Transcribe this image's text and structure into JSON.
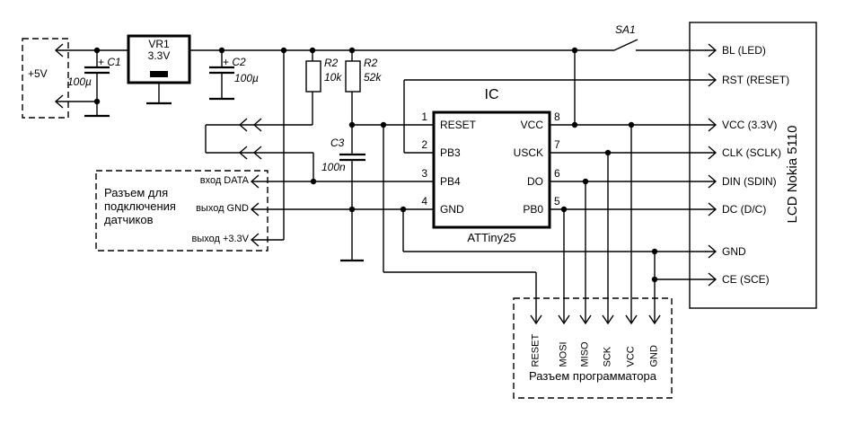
{
  "diagram": {
    "background": "#ffffff",
    "wire_color": "#000000"
  },
  "power_input": {
    "label": "+5V"
  },
  "regulator": {
    "ref": "VR1",
    "value": "3.3V"
  },
  "capacitors": {
    "c1": {
      "polarity": "+",
      "ref": "C1",
      "value": "100µ"
    },
    "c2": {
      "polarity": "+",
      "ref": "C2",
      "value": "100µ"
    },
    "c3": {
      "ref": "C3",
      "value": "100n"
    }
  },
  "resistors": {
    "r_10k": {
      "ref": "R2",
      "value": "10k"
    },
    "r_52k": {
      "ref": "R2",
      "value": "52k"
    }
  },
  "switch": {
    "ref": "SA1"
  },
  "ic": {
    "label": "IC",
    "part": "ATTiny25",
    "pins_left": [
      {
        "num": "1",
        "name": "RESET"
      },
      {
        "num": "2",
        "name": "PB3"
      },
      {
        "num": "3",
        "name": "PB4"
      },
      {
        "num": "4",
        "name": "GND"
      }
    ],
    "pins_right": [
      {
        "num": "8",
        "name": "VCC"
      },
      {
        "num": "7",
        "name": "USCK"
      },
      {
        "num": "6",
        "name": "DO"
      },
      {
        "num": "5",
        "name": "PB0"
      }
    ]
  },
  "lcd": {
    "title": "LCD Nokia 5110",
    "pins": [
      "BL (LED)",
      "RST (RESET)",
      "VCC (3.3V)",
      "CLK (SCLK)",
      "DIN (SDIN)",
      "DC (D/C)",
      "GND",
      "CE (SCE)"
    ]
  },
  "sensor_connector": {
    "title_lines": [
      "Разъем для",
      "подключения",
      "датчиков"
    ],
    "pins": [
      "вход DATA",
      "выход GND",
      "выход +3.3V"
    ]
  },
  "programmer": {
    "title": "Разъем программатора",
    "pins": [
      "RESET",
      "MOSI",
      "MISO",
      "SCK",
      "VCC",
      "GND"
    ]
  }
}
